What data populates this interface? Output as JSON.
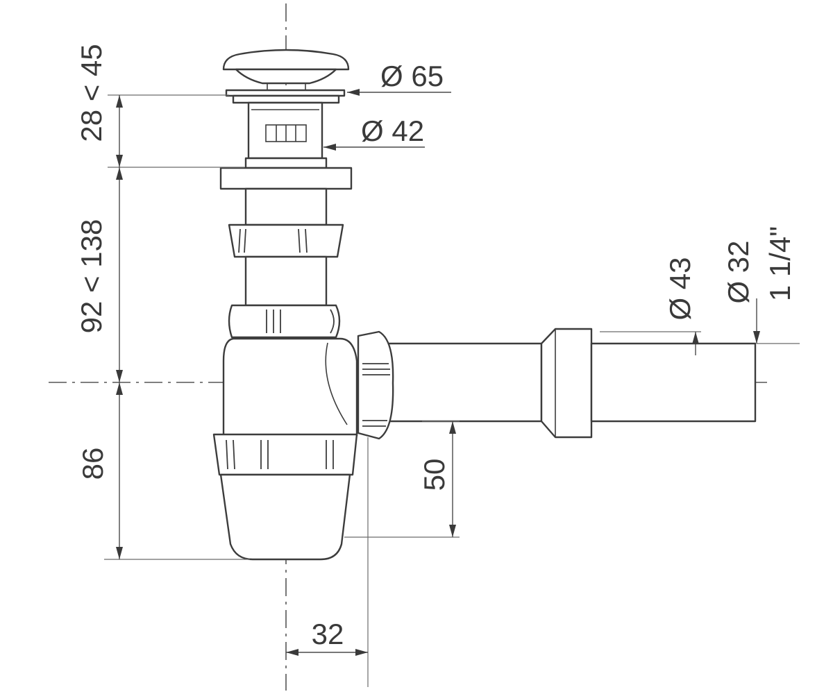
{
  "dimensions": {
    "head_diameter": "Ø 65",
    "body_diameter": "Ø 42",
    "plug_height": "28 < 45",
    "tube_height": "92 < 138",
    "trap_depth": "86",
    "outlet_height": "50",
    "offset": "32",
    "outlet_outer_diameter": "Ø 43",
    "outlet_inner_diameter": "Ø 32",
    "thread_size": "1 1/4\""
  }
}
